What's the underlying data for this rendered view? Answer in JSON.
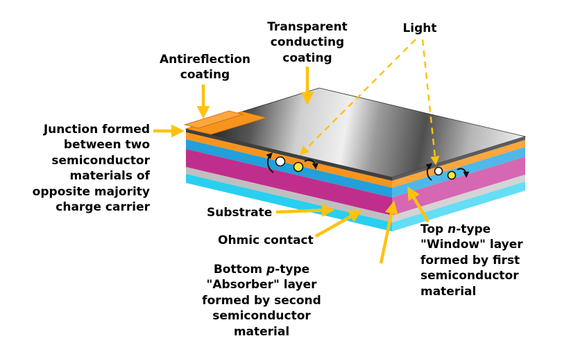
{
  "labels": {
    "antireflection": "Antireflection\ncoating",
    "transparent_conducting": "Transparent\nconducting\ncoating",
    "light": "Light",
    "junction": "Junction formed\nbetween two\nsemiconductor\nmaterials of\nopposite majority\ncharge carrier",
    "substrate": "Substrate",
    "ohmic_contact": "Ohmic contact",
    "absorber": {
      "pre": "Bottom ",
      "italic": "p",
      "post": "-type",
      "rest": "\"Absorber\" layer\nformed by second\nsemiconductor\nmaterial"
    },
    "window": {
      "pre": "Top ",
      "italic": "n",
      "post": "-type",
      "rest": "\"Window\" layer\nformed by first\nsemiconductor\nmaterial"
    }
  },
  "colors": {
    "arrow": "#FFC20E",
    "antireflection_front": "#F7941D",
    "antireflection_side": "#FFA63E",
    "tco_edge_front": "#3F3F3F",
    "tco_edge_side": "#5C5C5C",
    "window_front": "#239FDA",
    "window_side": "#4FB8E8",
    "absorber_front": "#C02E8C",
    "absorber_side": "#D667B2",
    "ohmic_front": "#BFBFBF",
    "ohmic_side": "#D4D4D4",
    "substrate_front": "#29CFF0",
    "substrate_side": "#63DEF5",
    "electron": "#FFFFFF",
    "hole": "#FFE93B"
  }
}
